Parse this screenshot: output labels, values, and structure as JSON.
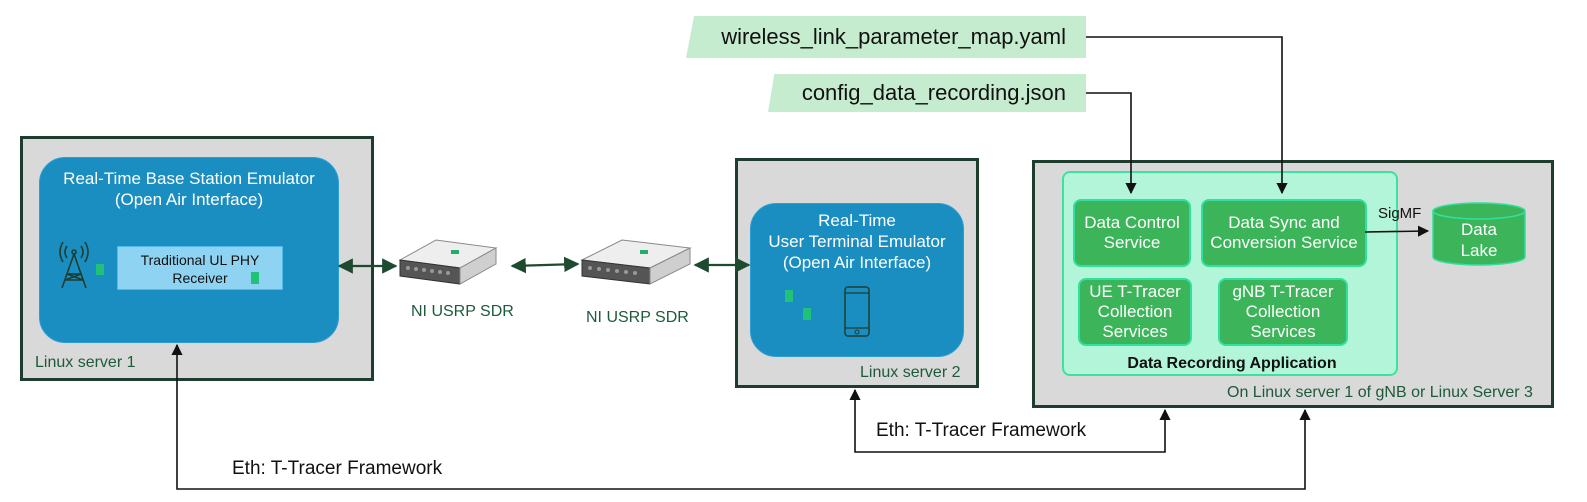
{
  "files": {
    "yaml": "wireless_link_parameter_map.yaml",
    "json": "config_data_recording.json"
  },
  "server1": {
    "label": "Linux server 1",
    "emulator_title_1": "Real-Time Base Station Emulator",
    "emulator_title_2": "(Open Air Interface)",
    "phy_line_1": "Traditional UL PHY",
    "phy_line_2": "Receiver"
  },
  "usrp": {
    "label_1": "NI USRP SDR",
    "label_2": "NI USRP SDR"
  },
  "server2": {
    "label": "Linux server 2",
    "title_1": "Real-Time",
    "title_2": "User Terminal Emulator",
    "title_3": "(Open Air Interface)"
  },
  "server3": {
    "label": "On Linux server 1 of gNB or Linux Server 3",
    "app_label": "Data Recording Application",
    "services": {
      "control_1": "Data Control",
      "control_2": "Service",
      "sync_1": "Data Sync and",
      "sync_2": "Conversion Service",
      "ue_1": "UE T-Tracer",
      "ue_2": "Collection",
      "ue_3": "Services",
      "gnb_1": "gNB T-Tracer",
      "gnb_2": "Collection",
      "gnb_3": "Services"
    },
    "sigmf": "SigMF",
    "lake_1": "Data",
    "lake_2": "Lake"
  },
  "eth": {
    "upper": "Eth: T-Tracer Framework",
    "lower": "Eth: T-Tracer Framework"
  },
  "colors": {
    "server_bg": "#d9d9d9",
    "server_border": "#1e3d2f",
    "emulator_blue": "#1a8ec0",
    "phy_light_blue": "#8fd3f2",
    "app_mint": "#b3f5d9",
    "service_green": "#3cb55a",
    "file_green": "#c6ecd0",
    "arrow": "#1e4a30"
  },
  "icons": [
    "antenna-tower-icon",
    "usrp-device-icon",
    "mobile-phone-icon",
    "data-lake-cylinder-icon"
  ]
}
